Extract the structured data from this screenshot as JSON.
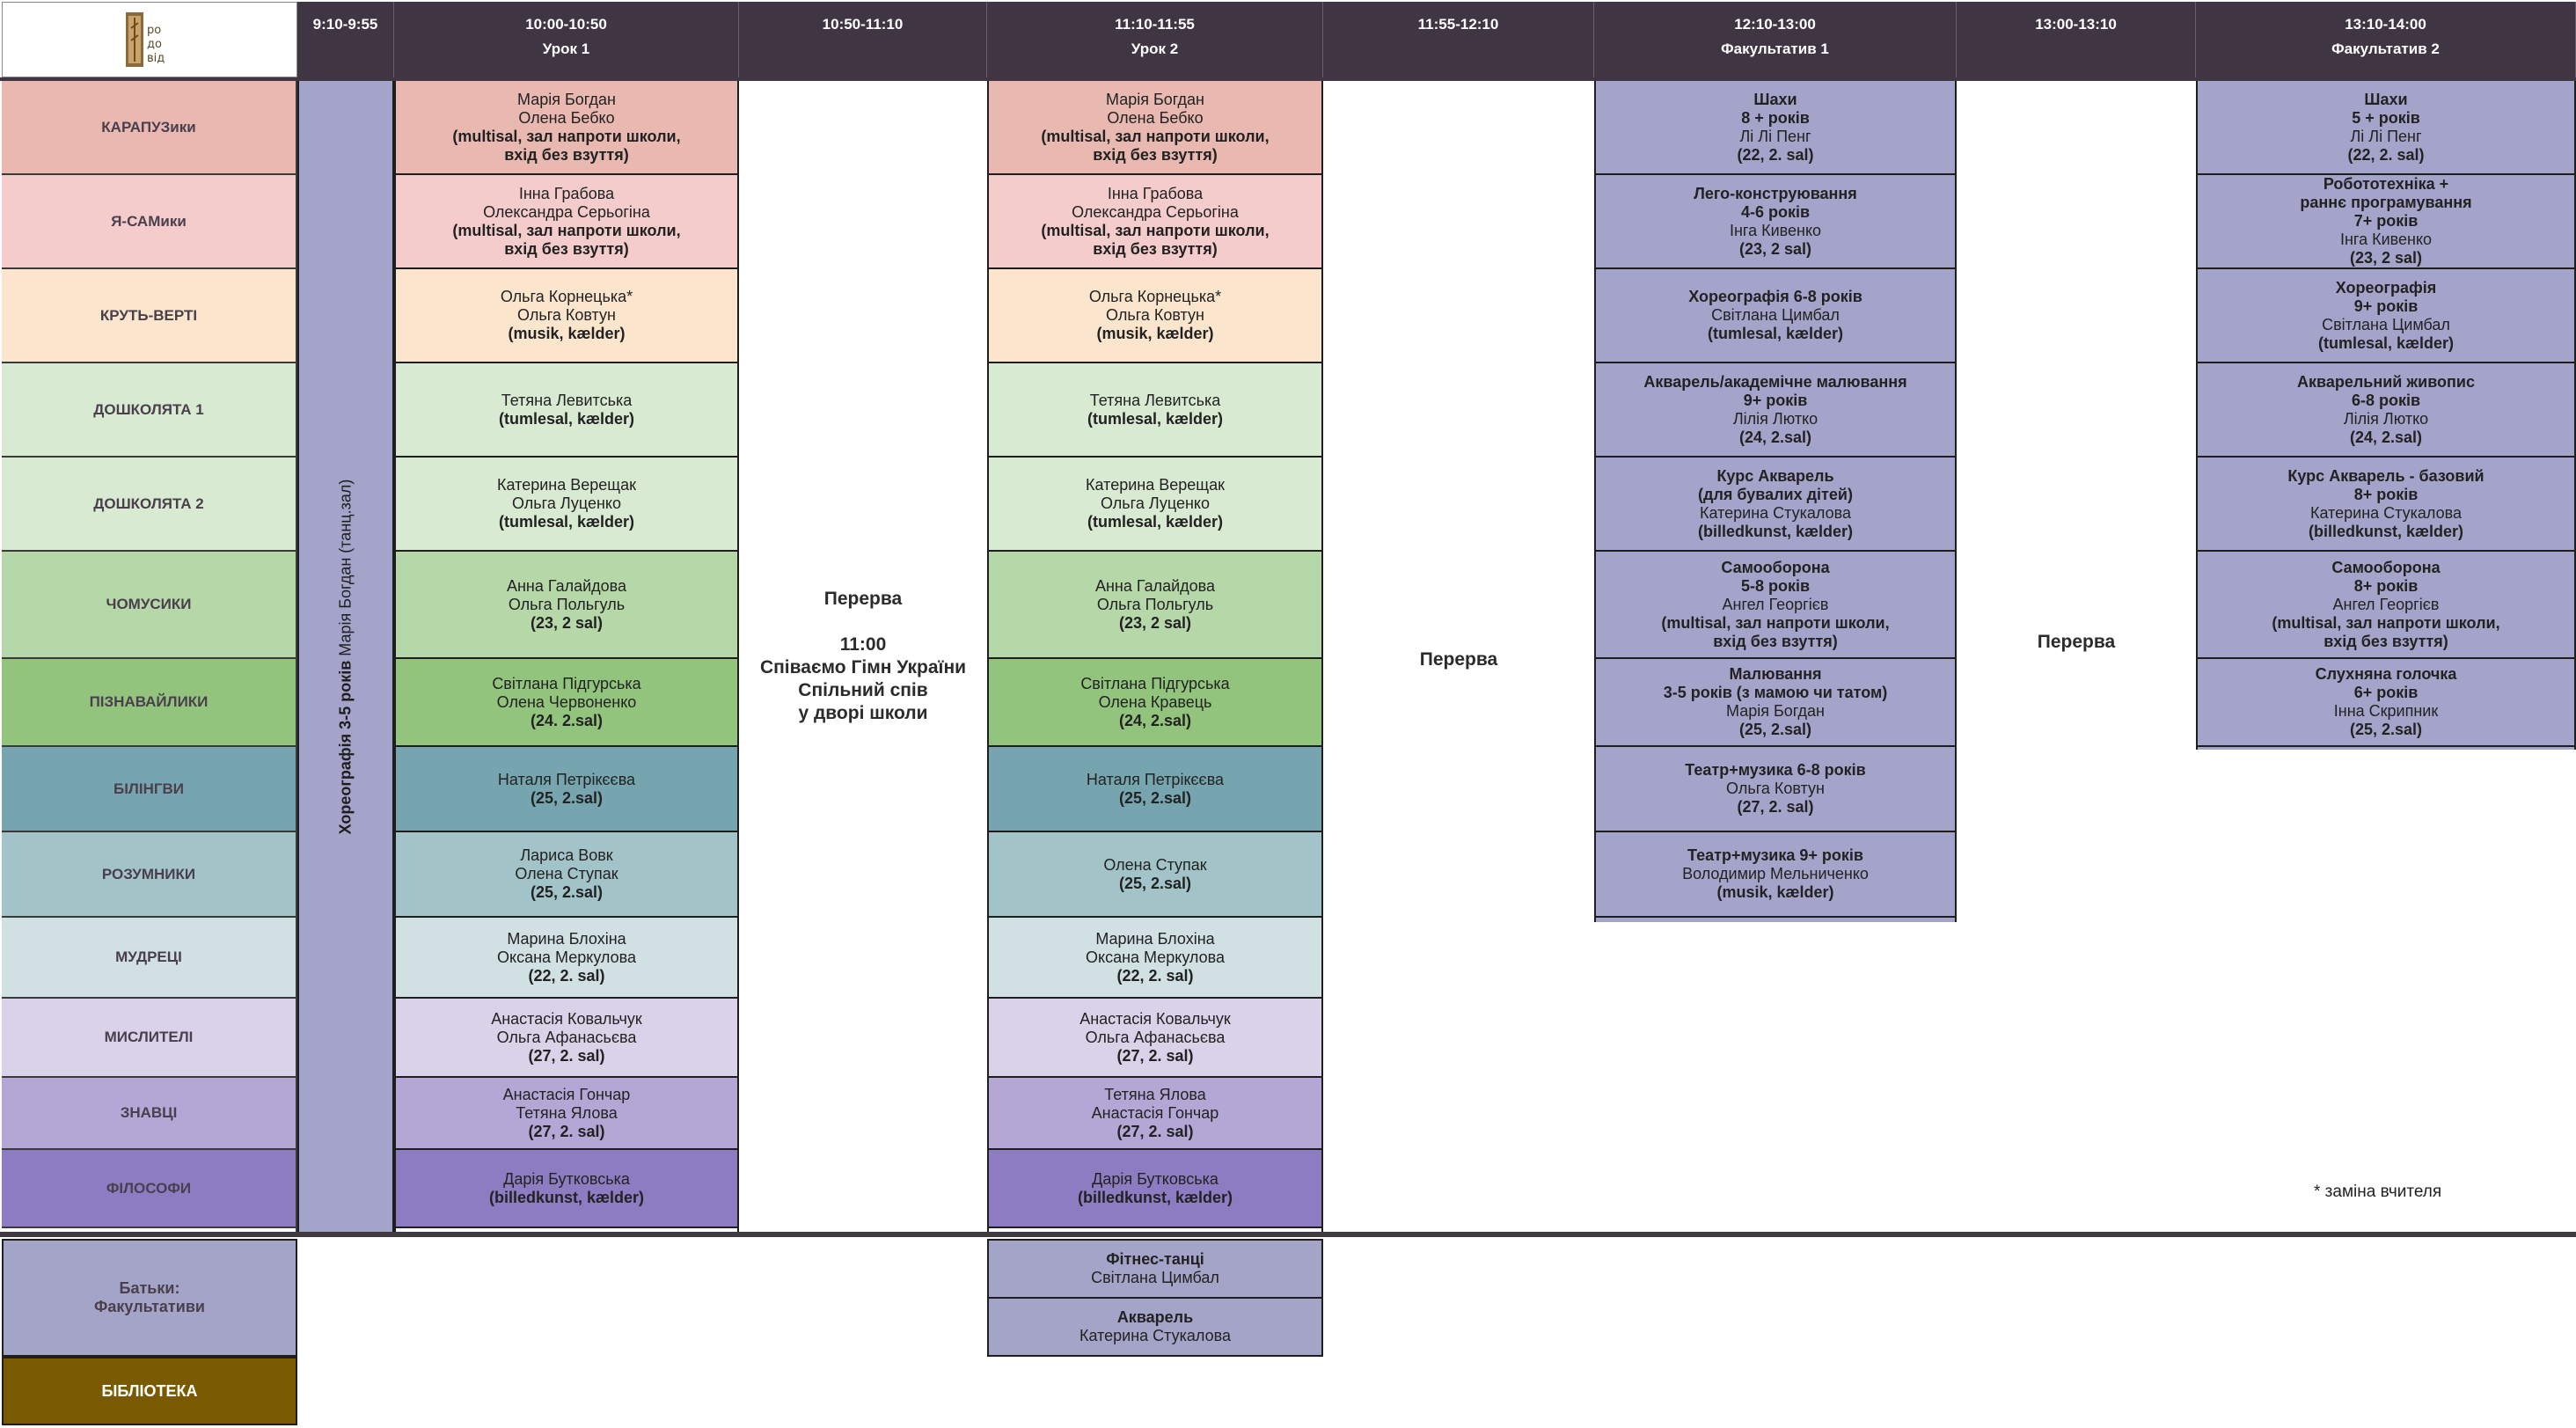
{
  "colors": {
    "header_bg": "#403543",
    "facultative": "#a4a4cb",
    "library": "#7a5a00",
    "parents": "#a4a4c8"
  },
  "logo": {
    "name": "ро-до-від",
    "text": "ро до від"
  },
  "header": [
    {
      "time": "9:10-9:55",
      "label": ""
    },
    {
      "time": "10:00-10:50",
      "label": "Урок 1"
    },
    {
      "time": "10:50-11:10",
      "label": ""
    },
    {
      "time": "11:10-11:55",
      "label": "Урок 2"
    },
    {
      "time": "11:55-12:10",
      "label": ""
    },
    {
      "time": "12:10-13:00",
      "label": "Факультатив 1"
    },
    {
      "time": "13:00-13:10",
      "label": ""
    },
    {
      "time": "13:10-14:00",
      "label": "Факультатив 2"
    }
  ],
  "groups": [
    {
      "name": "КАРАПУЗики",
      "color": "#e8b8b1"
    },
    {
      "name": "Я-САМики",
      "color": "#f5cccc"
    },
    {
      "name": "КРУТЬ-ВЕРТІ",
      "color": "#fce5cd"
    },
    {
      "name": "ДОШКОЛЯТА 1",
      "color": "#d9ead3"
    },
    {
      "name": "ДОШКОЛЯТА 2",
      "color": "#d9ead3"
    },
    {
      "name": "ЧОМУСИКИ",
      "color": "#b6d7a8"
    },
    {
      "name": "ПІЗНАВАЙЛИКИ",
      "color": "#93c47d"
    },
    {
      "name": "БІЛІНГВИ",
      "color": "#76a5af"
    },
    {
      "name": "РОЗУМНИКИ",
      "color": "#a2c4c9"
    },
    {
      "name": "МУДРЕЦІ",
      "color": "#d0e0e3"
    },
    {
      "name": "МИСЛИТЕЛІ",
      "color": "#d9d2e9"
    },
    {
      "name": "ЗНАВЦІ",
      "color": "#b4a7d6"
    },
    {
      "name": "ФІЛОСОФИ",
      "color": "#8e7cc3"
    }
  ],
  "choreography": {
    "bold": "Хореографія 3-5 років",
    "normal": " Марія Богдан (танц.зал)"
  },
  "lesson1": [
    {
      "lines": [
        {
          "t": "Марія Богдан",
          "b": false
        },
        {
          "t": "Олена Бебко",
          "b": false
        },
        {
          "t": "(multisal, зал напроти школи,",
          "b": true
        },
        {
          "t": "вхід без взуття)",
          "b": true
        }
      ]
    },
    {
      "lines": [
        {
          "t": "Інна Грабова",
          "b": false
        },
        {
          "t": "Олександра Серьогіна",
          "b": false
        },
        {
          "t": "(multisal, зал напроти школи,",
          "b": true
        },
        {
          "t": "вхід без взуття)",
          "b": true
        }
      ]
    },
    {
      "lines": [
        {
          "t": "Ольга Корнецька*",
          "b": false
        },
        {
          "t": "Ольга Ковтун",
          "b": false
        },
        {
          "t": "(musik, kælder)",
          "b": true
        }
      ]
    },
    {
      "lines": [
        {
          "t": "Тетяна Левитська",
          "b": false
        },
        {
          "t": " ",
          "b": false
        },
        {
          "t": "(tumlesal, kælder)",
          "b": true
        }
      ]
    },
    {
      "lines": [
        {
          "t": "Катерина Верещак",
          "b": false
        },
        {
          "t": "Ольга Луценко",
          "b": false
        },
        {
          "t": "(tumlesal, kælder)",
          "b": true
        }
      ]
    },
    {
      "lines": [
        {
          "t": "Анна Галайдова",
          "b": false
        },
        {
          "t": "Ольга Польгуль",
          "b": false
        },
        {
          "t": "(23, 2 sal)",
          "b": true
        }
      ]
    },
    {
      "lines": [
        {
          "t": "Світлана Підгурська",
          "b": false
        },
        {
          "t": "Олена Червоненко",
          "b": false
        },
        {
          "t": "(24. 2.sal)",
          "b": true
        }
      ]
    },
    {
      "lines": [
        {
          "t": "Наталя Петрікєєва",
          "b": false
        },
        {
          "t": "(25, 2.sal)",
          "b": true
        }
      ]
    },
    {
      "lines": [
        {
          "t": "Лариса Вовк",
          "b": false
        },
        {
          "t": "Олена Ступак",
          "b": false
        },
        {
          "t": "(25, 2.sal)",
          "b": true
        }
      ]
    },
    {
      "lines": [
        {
          "t": "Марина Блохіна",
          "b": false
        },
        {
          "t": "Оксана Меркулова",
          "b": false
        },
        {
          "t": "(22, 2. sal)",
          "b": true
        }
      ]
    },
    {
      "lines": [
        {
          "t": "Анастасія Ковальчук",
          "b": false
        },
        {
          "t": "Ольга Афанасьєва",
          "b": false
        },
        {
          "t": "(27, 2. sal)",
          "b": true
        }
      ]
    },
    {
      "lines": [
        {
          "t": "Анастасія Гончар",
          "b": false
        },
        {
          "t": "Тетяна Ялова",
          "b": false
        },
        {
          "t": "(27, 2. sal)",
          "b": true
        }
      ]
    },
    {
      "lines": [
        {
          "t": "Дарія Бутковська",
          "b": false
        },
        {
          "t": "(billedkunst, kælder)",
          "b": true
        }
      ]
    }
  ],
  "lesson2": [
    {
      "lines": [
        {
          "t": "Марія Богдан",
          "b": false
        },
        {
          "t": "Олена Бебко",
          "b": false
        },
        {
          "t": "(multisal, зал напроти школи,",
          "b": true
        },
        {
          "t": "вхід без взуття)",
          "b": true
        }
      ]
    },
    {
      "lines": [
        {
          "t": "Інна Грабова",
          "b": false
        },
        {
          "t": "Олександра Серьогіна",
          "b": false
        },
        {
          "t": "(multisal, зал напроти школи,",
          "b": true
        },
        {
          "t": "вхід без взуття)",
          "b": true
        }
      ]
    },
    {
      "lines": [
        {
          "t": "Ольга Корнецька*",
          "b": false
        },
        {
          "t": "Ольга Ковтун",
          "b": false
        },
        {
          "t": "(musik, kælder)",
          "b": true
        }
      ]
    },
    {
      "lines": [
        {
          "t": "Тетяна Левитська",
          "b": false
        },
        {
          "t": " ",
          "b": false
        },
        {
          "t": "(tumlesal, kælder)",
          "b": true
        }
      ]
    },
    {
      "lines": [
        {
          "t": "Катерина Верещак",
          "b": false
        },
        {
          "t": "Ольга Луценко",
          "b": false
        },
        {
          "t": "(tumlesal, kælder)",
          "b": true
        }
      ]
    },
    {
      "lines": [
        {
          "t": "Анна Галайдова",
          "b": false
        },
        {
          "t": "Ольга Польгуль",
          "b": false
        },
        {
          "t": "(23, 2 sal)",
          "b": true
        }
      ]
    },
    {
      "lines": [
        {
          "t": "Світлана Підгурська",
          "b": false
        },
        {
          "t": "Олена Кравець",
          "b": false
        },
        {
          "t": "(24, 2.sal)",
          "b": true
        }
      ]
    },
    {
      "lines": [
        {
          "t": "Наталя Петрікєєва",
          "b": false
        },
        {
          "t": "(25, 2.sal)",
          "b": true
        }
      ]
    },
    {
      "lines": [
        {
          "t": "Олена Ступак",
          "b": false
        },
        {
          "t": "(25, 2.sal)",
          "b": true
        }
      ]
    },
    {
      "lines": [
        {
          "t": "Марина Блохіна",
          "b": false
        },
        {
          "t": "Оксана Меркулова",
          "b": false
        },
        {
          "t": "(22, 2. sal)",
          "b": true
        }
      ]
    },
    {
      "lines": [
        {
          "t": "Анастасія Ковальчук",
          "b": false
        },
        {
          "t": "Ольга Афанасьєва",
          "b": false
        },
        {
          "t": "(27, 2. sal)",
          "b": true
        }
      ]
    },
    {
      "lines": [
        {
          "t": "Тетяна Ялова",
          "b": false
        },
        {
          "t": "Анастасія Гончар",
          "b": false
        },
        {
          "t": "(27, 2. sal)",
          "b": true
        }
      ]
    },
    {
      "lines": [
        {
          "t": "Дарія Бутковська",
          "b": false
        },
        {
          "t": "(billedkunst, kælder)",
          "b": true
        }
      ]
    }
  ],
  "break1": {
    "title": "Перерва",
    "time": "11:00",
    "l1": "Співаємо Гімн України",
    "l2": "Спільний спів",
    "l3": "у дворі школи"
  },
  "break2": {
    "title": "Перерва"
  },
  "break3": {
    "title": "Перерва"
  },
  "fac1": [
    {
      "lines": [
        {
          "t": "Шахи",
          "b": true
        },
        {
          "t": "8 + років",
          "b": true
        },
        {
          "t": "Лі Лі Пенг",
          "b": false
        },
        {
          "t": "(22, 2. sal)",
          "b": true
        }
      ]
    },
    {
      "lines": [
        {
          "t": "Лего-конструювання",
          "b": true
        },
        {
          "t": "4-6 років",
          "b": true
        },
        {
          "t": "Інга Кивенко",
          "b": false
        },
        {
          "t": "(23, 2 sal)",
          "b": true
        }
      ]
    },
    {
      "lines": [
        {
          "t": "Хореографія 6-8 років",
          "b": true
        },
        {
          "t": "Світлана Цимбал",
          "b": false
        },
        {
          "t": "(tumlesal, kælder)",
          "b": true
        }
      ]
    },
    {
      "lines": [
        {
          "t": "Акварель/академічне малювання",
          "b": true
        },
        {
          "t": "9+ років",
          "b": true
        },
        {
          "t": "Лілія Лютко",
          "b": false
        },
        {
          "t": "(24, 2.sal)",
          "b": true
        }
      ]
    },
    {
      "lines": [
        {
          "t": "Курс Акварель",
          "b": true
        },
        {
          "t": "(для бувалих дітей)",
          "b": true
        },
        {
          "t": "Катерина Стукалова",
          "b": false
        },
        {
          "t": "(billedkunst, kælder)",
          "b": true
        }
      ]
    },
    {
      "lines": [
        {
          "t": "Самооборона",
          "b": true
        },
        {
          "t": "5-8 років",
          "b": true
        },
        {
          "t": "Ангел Георгієв",
          "b": false
        },
        {
          "t": "(multisal, зал напроти школи,",
          "b": true
        },
        {
          "t": "вхід без взуття)",
          "b": true
        }
      ]
    },
    {
      "lines": [
        {
          "t": "Малювання",
          "b": true
        },
        {
          "t": "3-5 років (з мамою чи татом)",
          "b": true
        },
        {
          "t": "Марія Богдан",
          "b": false
        },
        {
          "t": "(25, 2.sal)",
          "b": true
        }
      ]
    },
    {
      "lines": [
        {
          "t": "Театр+музика 6-8 років",
          "b": true
        },
        {
          "t": "Ольга Ковтун",
          "b": false
        },
        {
          "t": "(27, 2. sal)",
          "b": true
        }
      ]
    },
    {
      "lines": [
        {
          "t": "Театр+музика 9+ років",
          "b": true
        },
        {
          "t": "Володимир Мельниченко",
          "b": false
        },
        {
          "t": "(musik, kælder)",
          "b": true
        }
      ]
    }
  ],
  "fac2": [
    {
      "lines": [
        {
          "t": "Шахи",
          "b": true
        },
        {
          "t": "5 + років",
          "b": true
        },
        {
          "t": "Лі Лі Пенг",
          "b": false
        },
        {
          "t": "(22, 2. sal)",
          "b": true
        }
      ]
    },
    {
      "lines": [
        {
          "t": "Робототехніка +",
          "b": true
        },
        {
          "t": "раннє програмування",
          "b": true
        },
        {
          "t": "7+ років",
          "b": true
        },
        {
          "t": "Інга Кивенко",
          "b": false
        },
        {
          "t": "(23, 2 sal)",
          "b": true
        }
      ]
    },
    {
      "lines": [
        {
          "t": "Хореографія",
          "b": true
        },
        {
          "t": "9+ років",
          "b": true
        },
        {
          "t": "Світлана Цимбал",
          "b": false
        },
        {
          "t": "(tumlesal, kælder)",
          "b": true
        }
      ]
    },
    {
      "lines": [
        {
          "t": "Акварельний живопис",
          "b": true
        },
        {
          "t": "6-8 років",
          "b": true
        },
        {
          "t": "Лілія Лютко",
          "b": false
        },
        {
          "t": "(24, 2.sal)",
          "b": true
        }
      ]
    },
    {
      "lines": [
        {
          "t": "Курс Акварель - базовий",
          "b": true
        },
        {
          "t": "8+ років",
          "b": true
        },
        {
          "t": "Катерина Стукалова",
          "b": false
        },
        {
          "t": "(billedkunst, kælder)",
          "b": true
        }
      ]
    },
    {
      "lines": [
        {
          "t": "Самооборона",
          "b": true
        },
        {
          "t": "8+ років",
          "b": true
        },
        {
          "t": "Ангел Георгієв",
          "b": false
        },
        {
          "t": "(multisal, зал напроти школи,",
          "b": true
        },
        {
          "t": "вхід без взуття)",
          "b": true
        }
      ]
    },
    {
      "lines": [
        {
          "t": "Слухняна голочка",
          "b": true
        },
        {
          "t": "6+ років",
          "b": true
        },
        {
          "t": "Інна Скрипник",
          "b": false
        },
        {
          "t": "(25, 2.sal)",
          "b": true
        }
      ]
    }
  ],
  "note": "* заміна вчителя",
  "parents": {
    "label1": "Батьки:",
    "label2": "Факультативи"
  },
  "parents_classes": [
    {
      "lines": [
        {
          "t": "Фітнес-танці",
          "b": true
        },
        {
          "t": "Світлана Цимбал",
          "b": false
        }
      ]
    },
    {
      "lines": [
        {
          "t": "Акварель",
          "b": true
        },
        {
          "t": "Катерина Стукалова",
          "b": false
        }
      ]
    }
  ],
  "library": {
    "label": "БІБЛІОТЕКА"
  }
}
